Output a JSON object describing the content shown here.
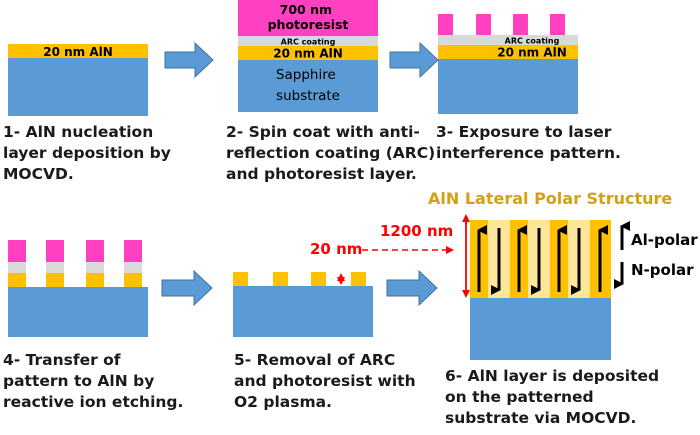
{
  "colors": {
    "sapphire": "#5B9BD5",
    "aln": "#FFC000",
    "arc": "#D9D9D9",
    "photoresist": "#FF40C0",
    "arrow": "#5B9BD5",
    "annotation": "#FF0000",
    "title": "#D4A017",
    "polar_light": "#FFE699"
  },
  "steps": [
    {
      "id": 1,
      "caption": "1- AlN nucleation\nlayer deposition by\nMOCVD.",
      "aln_label": "20 nm AlN"
    },
    {
      "id": 2,
      "caption": "2- Spin coat with anti-\nreflection coating (ARC)\nand photoresist layer.",
      "photoresist_label": "700 nm\nphotoresist",
      "arc_label": "ARC coating",
      "aln_label": "20 nm AlN",
      "substrate_label": "Sapphire\nsubstrate"
    },
    {
      "id": 3,
      "caption": "3- Exposure to laser\ninterference pattern.",
      "arc_label": "ARC coating",
      "aln_label": "20 nm AlN"
    },
    {
      "id": 4,
      "caption": "4- Transfer of\npattern to AlN by\nreactive ion etching."
    },
    {
      "id": 5,
      "caption": "5- Removal of ARC\nand photoresist with\nO2 plasma.",
      "thickness_label": "20 nm"
    },
    {
      "id": 6,
      "caption": "6- AlN layer is deposited\non the patterned\nsubstrate via MOCVD.",
      "title": "AlN Lateral Polar Structure",
      "thickness_label": "1200 nm",
      "al_polar_label": "Al-polar",
      "n_polar_label": "N-polar"
    }
  ]
}
